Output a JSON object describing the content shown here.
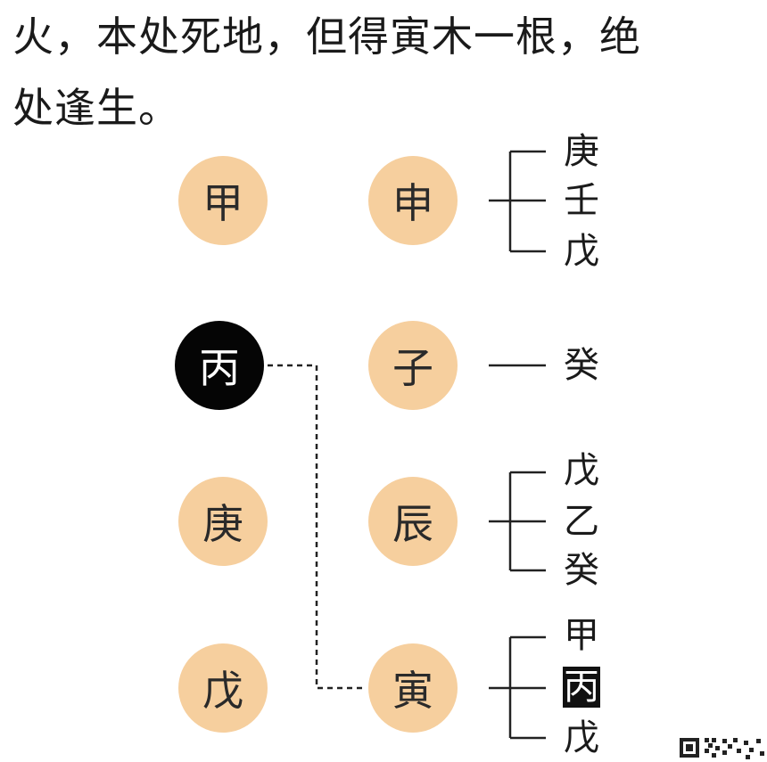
{
  "intro": {
    "line1": "火，本处死地，但得寅木一根，绝",
    "line2": "处逢生。"
  },
  "stems": [
    {
      "char": "甲",
      "highlight": false
    },
    {
      "char": "丙",
      "highlight": true
    },
    {
      "char": "庚",
      "highlight": false
    },
    {
      "char": "戊",
      "highlight": false
    }
  ],
  "branches": [
    {
      "char": "申",
      "hidden": [
        {
          "char": "庚"
        },
        {
          "char": "壬"
        },
        {
          "char": "戊"
        }
      ]
    },
    {
      "char": "子",
      "hidden": [
        {
          "char": "癸"
        }
      ]
    },
    {
      "char": "辰",
      "hidden": [
        {
          "char": "戊"
        },
        {
          "char": "乙"
        },
        {
          "char": "癸"
        }
      ]
    },
    {
      "char": "寅",
      "hidden": [
        {
          "char": "甲"
        },
        {
          "char": "丙",
          "highlight": true
        },
        {
          "char": "戊"
        }
      ]
    }
  ],
  "colors": {
    "circle_fill": "#f6cf9e",
    "highlight_fill": "#050505",
    "line_color": "#222222"
  },
  "icons": {
    "corner": "qr-code-icon"
  }
}
